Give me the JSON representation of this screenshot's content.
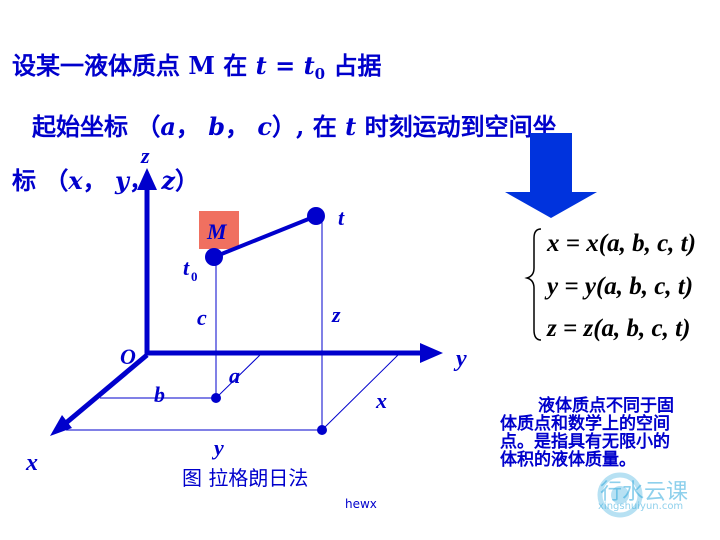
{
  "text": {
    "line1_a": "设某一液体质点 ",
    "line1_M": "M",
    "line1_b": "  在  ",
    "line1_t": "t",
    "line1_eq": " = ",
    "line1_t0": "t",
    "line1_t0_sub": "0",
    "line1_c": "  占据",
    "line2_a": "起始坐标 （",
    "line2_avar": "a",
    "line2_sep1": "， ",
    "line2_bvar": "b",
    "line2_sep2": "， ",
    "line2_cvar": "c",
    "line2_b": "）,     在  ",
    "line2_t": "t",
    "line2_c": " 时刻运动到空间坐",
    "line3_a": "标 （",
    "line3_x": "x",
    "line3_sep1": "， ",
    "line3_y": "y",
    "line3_sep2": "， ",
    "line3_z": "z",
    "line3_b": "）"
  },
  "diagram": {
    "labels": {
      "z_axis": "z",
      "y_axis": "y",
      "x_axis": "x",
      "origin": "O",
      "M": "M",
      "t": "t",
      "t0": "t",
      "t0_sub": "0",
      "c": "c",
      "z": "z",
      "a": "a",
      "b": "b",
      "x": "x",
      "y": "y"
    },
    "equations": [
      "x = x(a, b, c, t)",
      "y = y(a, b, c, t)",
      "z = z(a, b, c, t)"
    ]
  },
  "note": "液体质点不同于固体质点和数学上的空间点。是指具有无限小的体积的液体质量。",
  "caption": "图  拉格朗日法",
  "footer": "hewx",
  "logo": {
    "name": "行水云课",
    "url": "xingshuiyun.com"
  },
  "colors": {
    "primary": "#0000cc",
    "arrow": "#0033dd",
    "box": "#f07060"
  }
}
